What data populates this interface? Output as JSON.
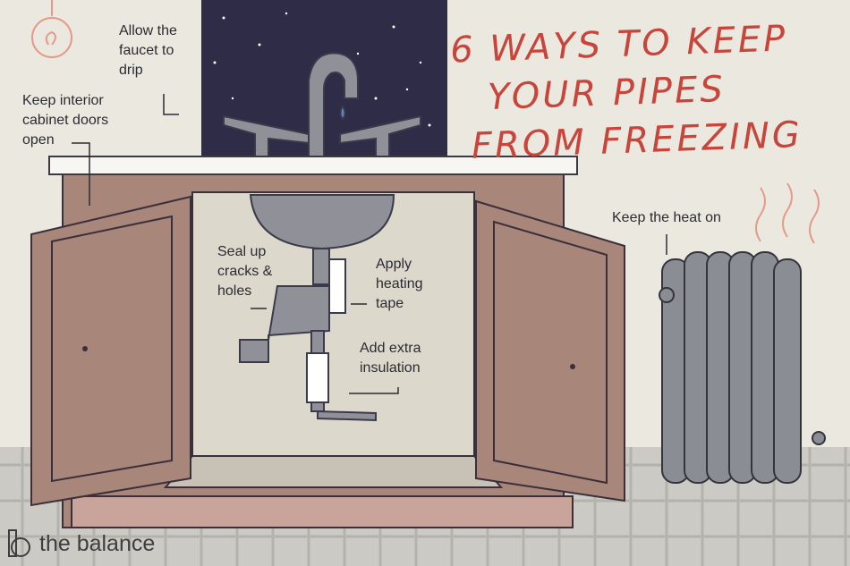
{
  "title": {
    "line1": "6 Ways to Keep",
    "line2": "Your Pipes",
    "line3": "From Freezing"
  },
  "labels": {
    "faucet": "Allow the faucet to drip",
    "doors": "Keep interior cabinet doors open",
    "seal": "Seal up cracks & holes",
    "tape": "Apply heating tape",
    "insulation": "Add extra insulation",
    "heat": "Keep the heat on"
  },
  "brand": {
    "name": "the balance"
  },
  "colors": {
    "title": "#c8453c",
    "window": "#2e2c47",
    "cabinet": "#a8867a",
    "radiator": "#8b8d94"
  }
}
